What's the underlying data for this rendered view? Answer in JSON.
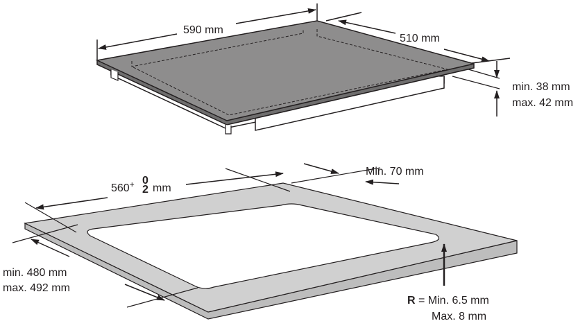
{
  "hob": {
    "width": "590 mm",
    "depth": "510 mm",
    "thickness_min": "min. 38 mm",
    "thickness_max": "max. 42 mm"
  },
  "cutout": {
    "width_base": "560",
    "tolerance_plus": "+",
    "tolerance_upper": "0",
    "tolerance_lower": "2",
    "width_unit": "mm",
    "margin": "Min. 70 mm",
    "depth_min": "min. 480 mm",
    "depth_max": "max. 492 mm",
    "radius_symbol": "R",
    "radius_min": " = Min. 6.5 mm",
    "radius_max": "Max. 8 mm"
  },
  "colors": {
    "glass": "#8e8d8d",
    "countertop": "#d0d0d0",
    "line": "#231f20",
    "white": "#ffffff"
  }
}
